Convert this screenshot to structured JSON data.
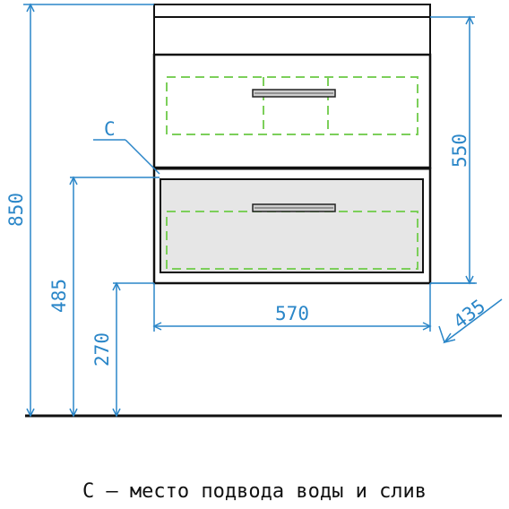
{
  "dimensions": {
    "total_height": "850",
    "body_height": "550",
    "mid_height": "485",
    "floor_clearance": "270",
    "width": "570",
    "depth": "435"
  },
  "callout_label": "C",
  "caption": "С – место подвода воды и слив",
  "colors": {
    "dimension_lines": "#2a86c8",
    "outline": "#111111",
    "hidden_lines": "#7ccf5a",
    "drawer_fill": "#e6e6e6"
  }
}
